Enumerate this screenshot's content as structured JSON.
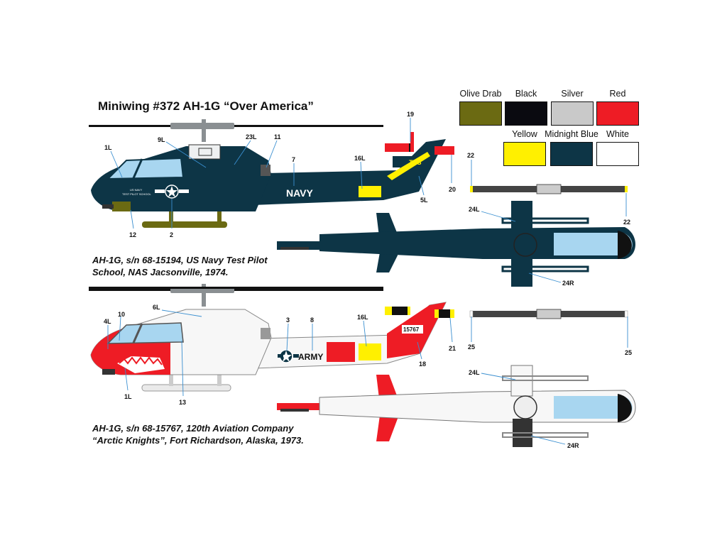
{
  "title": "Miniwing #372 AH-1G “Over America”",
  "palette": [
    {
      "name": "Olive Drab",
      "color": "#6b6a12"
    },
    {
      "name": "Black",
      "color": "#0a0a10"
    },
    {
      "name": "Silver",
      "color": "#c9c9c9"
    },
    {
      "name": "Red",
      "color": "#ee1c25"
    },
    {
      "name": "Yellow",
      "color": "#fff000"
    },
    {
      "name": "Midnight Blue",
      "color": "#0d3546"
    },
    {
      "name": "White",
      "color": "#ffffff"
    }
  ],
  "profiles": [
    {
      "caption_line1": "AH-1G, s/n 68-15194, US Navy Test Pilot",
      "caption_line2": "School, NAS Jacsonville, 1974.",
      "fuselage_text": "NAVY",
      "tail_text": "TPS",
      "nose_text_1": "US NAVY",
      "nose_text_2": "TEST PILOT SCHOOL",
      "callouts": [
        "1L",
        "9L",
        "23L",
        "11",
        "7",
        "16L",
        "19",
        "5L",
        "20",
        "12",
        "2",
        "22",
        "22",
        "24L",
        "24R"
      ]
    },
    {
      "caption_line1": "AH-1G, s/n 68-15767, 120th Aviation Company",
      "caption_line2": "“Arctic Knights”, Fort Richardson, Alaska, 1973.",
      "fuselage_text": "ARMY",
      "tail_text": "15767",
      "callouts": [
        "4L",
        "10",
        "6L",
        "3",
        "8",
        "16L",
        "21",
        "18",
        "1L",
        "13",
        "25",
        "25",
        "24L",
        "24R"
      ]
    }
  ],
  "colors": {
    "navy_body": "#0d3546",
    "light_blue": "#a8d6f0",
    "red": "#ee1c25",
    "yellow": "#fff000",
    "olive": "#6b6a12",
    "grey": "#9aa0a4",
    "leader": "#3a8fd0"
  }
}
